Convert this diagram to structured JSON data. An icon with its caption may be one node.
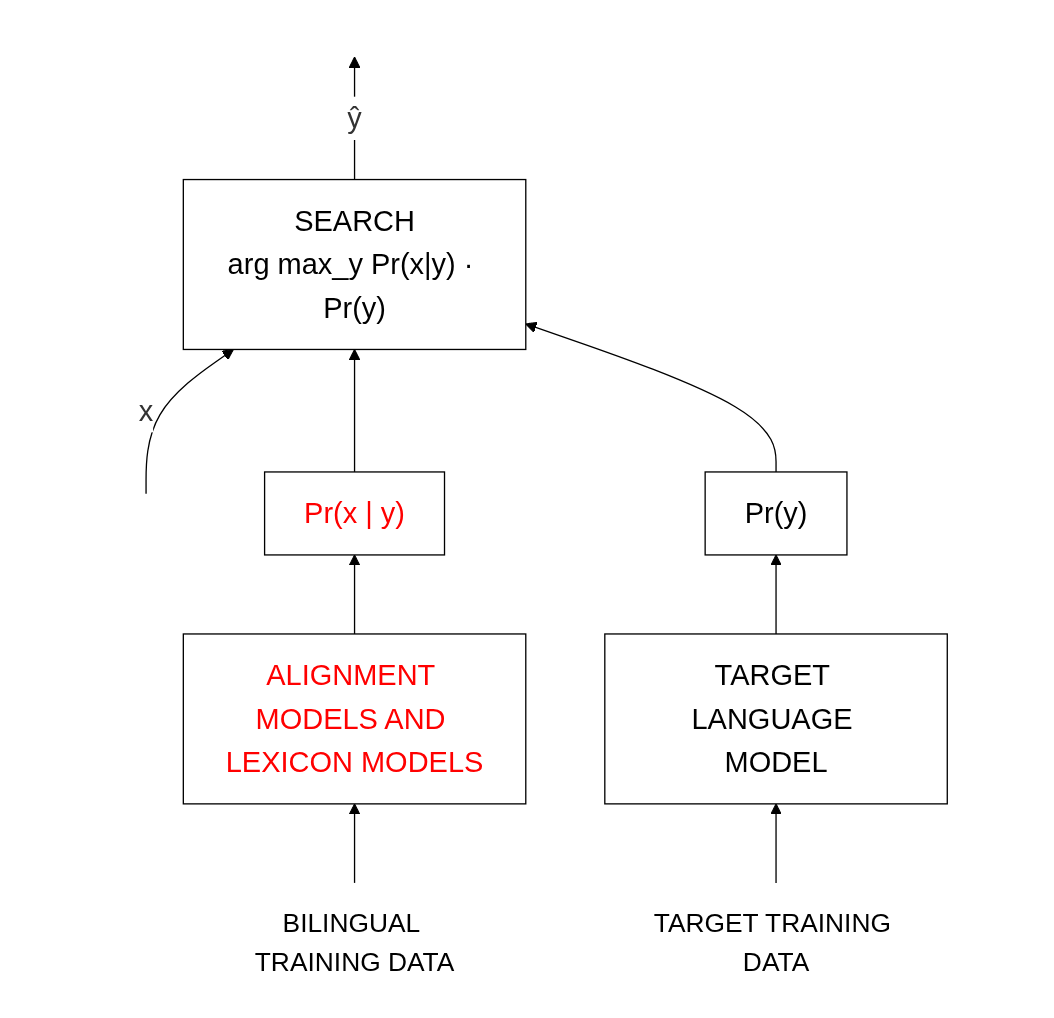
{
  "diagram": {
    "nodes": [
      {
        "text": [
          "SEARCH",
          "arg max_y Pr(x|y) · Pr(y)"
        ]
      },
      {
        "text": [
          "Pr(x | y)"
        ]
      },
      {
        "text": [
          "Pr(y)"
        ]
      },
      {
        "text": [
          "ALIGNMENT MODELS AND LEXICON MODELS"
        ]
      },
      {
        "text": [
          "TARGET LANGUAGE MODEL"
        ]
      },
      {
        "text": [
          "BILINGUAL TRAINING DATA"
        ]
      },
      {
        "text": [
          "TARGET TRAINING DATA"
        ]
      }
    ],
    "edges": [
      {
        "from": null,
        "to": 0,
        "arrow": "to",
        "label": "x"
      },
      {
        "from": 0,
        "to": null,
        "arrow": "to",
        "label": "ŷ"
      },
      {
        "from": 1,
        "to": 0,
        "arrow": "to"
      },
      {
        "from": 2,
        "to": 0,
        "arrow": "to"
      },
      {
        "from": 3,
        "to": 1,
        "arrow": "to"
      },
      {
        "from": 4,
        "to": 2,
        "arrow": "to"
      },
      {
        "from": 5,
        "to": 3,
        "arrow": "to"
      },
      {
        "from": 6,
        "to": 4,
        "arrow": "to"
      }
    ]
  }
}
